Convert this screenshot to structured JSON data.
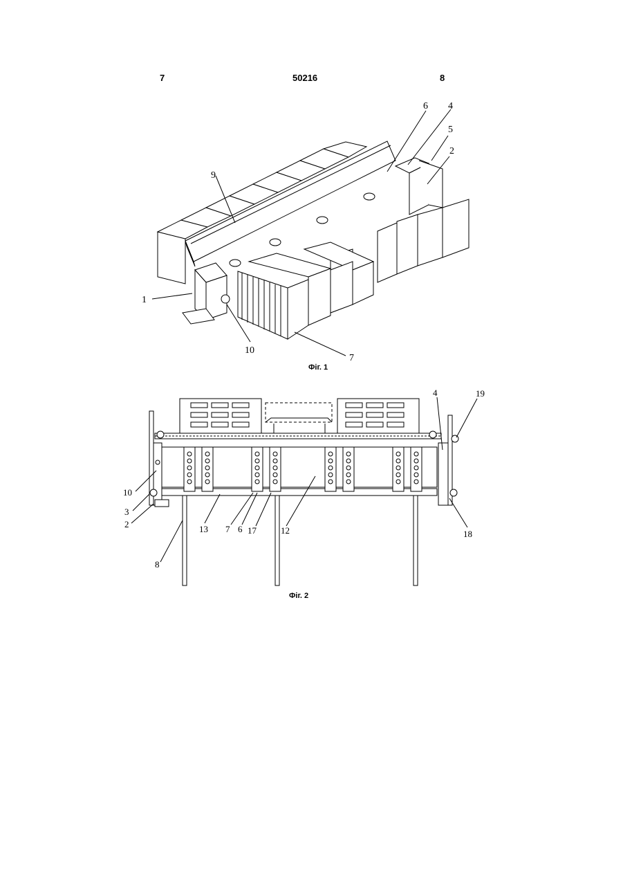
{
  "header": {
    "left_page": "7",
    "patent_number": "50216",
    "right_page": "8"
  },
  "figure1": {
    "caption": "Фіг. 1",
    "callouts": [
      "1",
      "10",
      "7",
      "9",
      "6",
      "4",
      "5",
      "2"
    ]
  },
  "figure2": {
    "caption": "Фіг. 2",
    "callouts": [
      "4",
      "19",
      "10",
      "3",
      "2",
      "8",
      "13",
      "7",
      "6",
      "17",
      "12",
      "18"
    ]
  }
}
